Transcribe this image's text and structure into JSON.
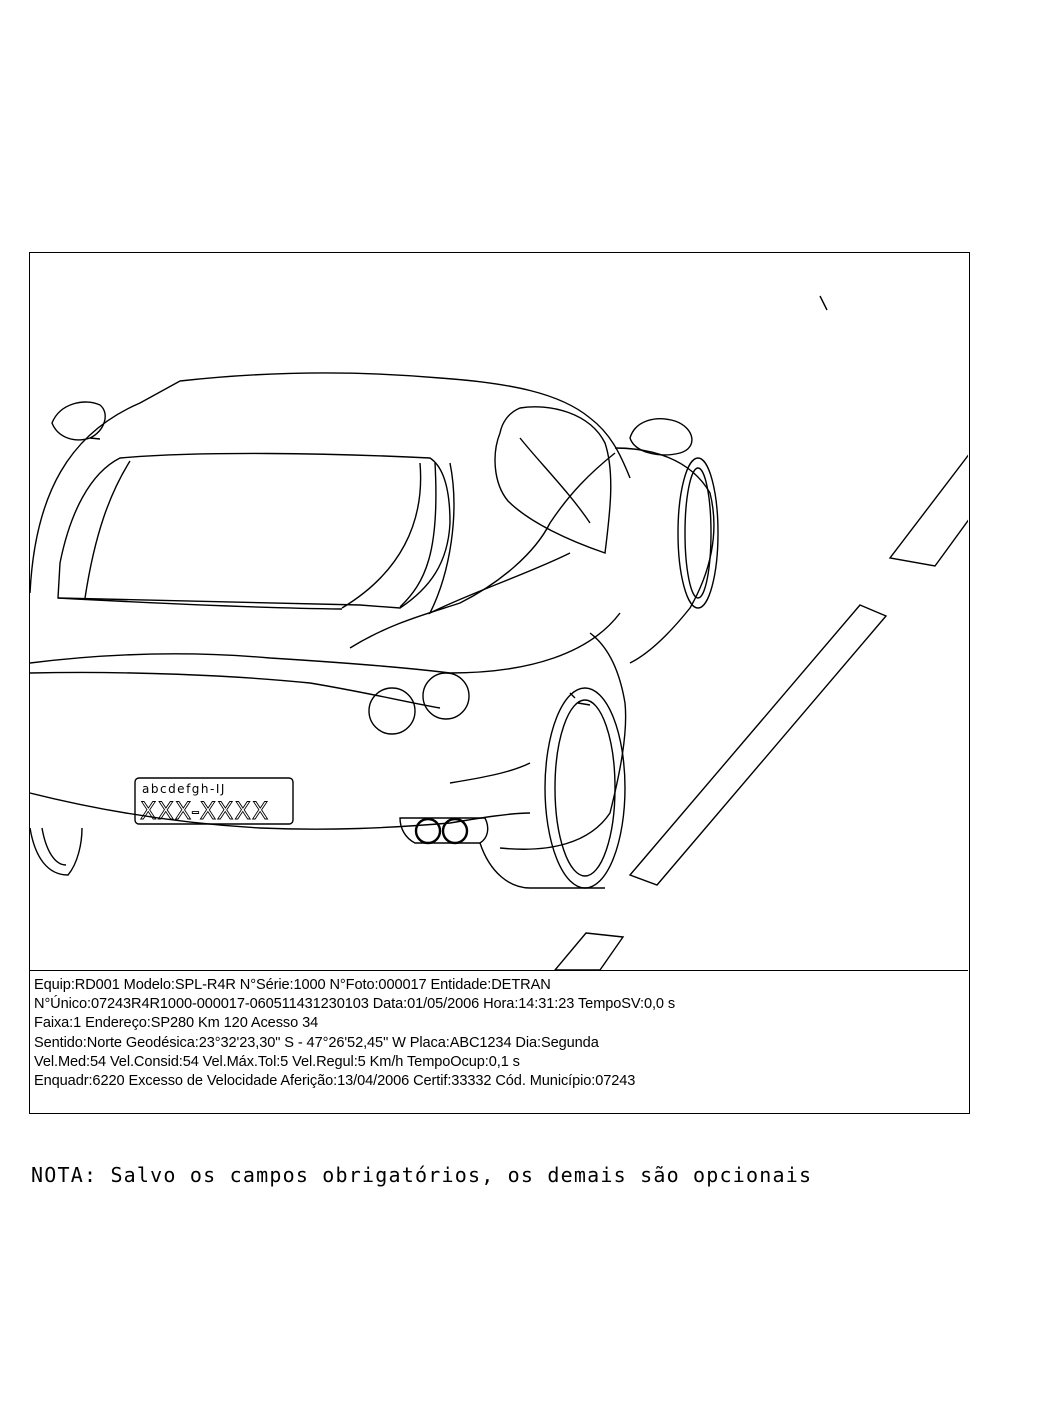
{
  "plate": {
    "top_text": "abcdefgh-IJ",
    "main_text": "XXX-XXXX"
  },
  "info_lines": [
    "Equip:RD001  Modelo:SPL-R4R  N°Série:1000  N°Foto:000017  Entidade:DETRAN",
    "N°Único:07243R4R1000-000017-060511431230103  Data:01/05/2006  Hora:14:31:23  TempoSV:0,0 s",
    "Faixa:1  Endereço:SP280 Km 120 Acesso 34",
    "Sentido:Norte  Geodésica:23°32'23,30\" S - 47°26'52,45\" W  Placa:ABC1234  Dia:Segunda",
    "Vel.Med:54  Vel.Consid:54  Vel.Máx.Tol:5  Vel.Regul:5 Km/h  TempoOcup:0,1 s",
    "Enquadr:6220  Excesso de Velocidade  Aferição:13/04/2006  Certif:33332  Cód. Município:07243"
  ],
  "note": "NOTA: Salvo os campos obrigatórios, os demais são opcionais"
}
